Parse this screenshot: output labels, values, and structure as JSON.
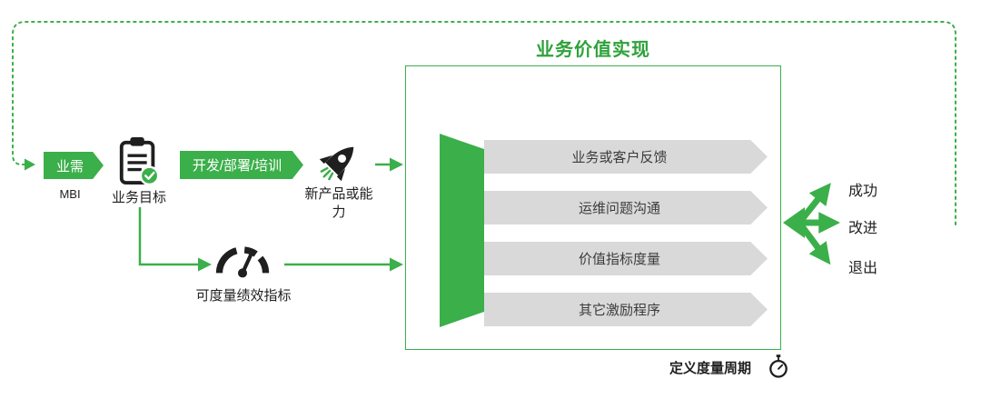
{
  "colors": {
    "accent_green": "#3BAF4A",
    "title_green": "#2FA23B",
    "banner_gray": "#D9D9D9",
    "icon_black": "#1F1F1F"
  },
  "flow": {
    "start_label": "业需",
    "start_sub": "MBI",
    "goal_label": "业务目标",
    "dev_banner": "开发/部署/培训",
    "rocket_label": "新产品或能力",
    "gauge_label": "可度量绩效指标"
  },
  "panel": {
    "title": "业务价值实现",
    "items": [
      "业务或客户反馈",
      "运维问题沟通",
      "价值指标度量",
      "其它激励程序"
    ]
  },
  "outcomes": [
    "成功",
    "改进",
    "退出"
  ],
  "footer": {
    "cycle_label": "定义度量周期"
  }
}
